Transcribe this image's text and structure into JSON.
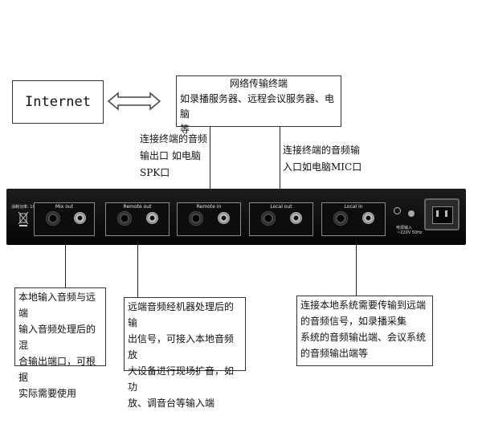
{
  "internet": {
    "label": "Internet"
  },
  "network": {
    "title": "网络传输终端",
    "desc_line1": "如录播服务器、远程会议服务器、电脑",
    "desc_line2": "等"
  },
  "annotations": {
    "out_connect": [
      "连接终端的音频",
      "输出口  如电脑",
      "SPK口"
    ],
    "in_connect": [
      "连接终端的音频输",
      "入口如电脑MIC口"
    ]
  },
  "device": {
    "power_label": "消耗功率: 10W",
    "panels": [
      {
        "label": "Mix out"
      },
      {
        "label": "Remote out"
      },
      {
        "label": "Remote in"
      },
      {
        "label": "Local out"
      },
      {
        "label": "Local in"
      }
    ],
    "power_input_label": "电源输入",
    "voltage_label": "~220V 50Hz"
  },
  "descriptions": {
    "mix_out": [
      "本地输入音频与远端",
      "输入音频处理后的混",
      "合输出端口，可根据",
      "实际需要使用"
    ],
    "remote_out": [
      "远端音频经机器处理后的输",
      "出信号，可接入本地音频放",
      "大设备进行现场扩音，如功",
      "放、调音台等输入端"
    ],
    "local_in": [
      "连接本地系统需要传输到远端",
      "的音频信号，如录播采集",
      "系统的音频输出端、会议系统",
      "的音频输出端等"
    ]
  }
}
